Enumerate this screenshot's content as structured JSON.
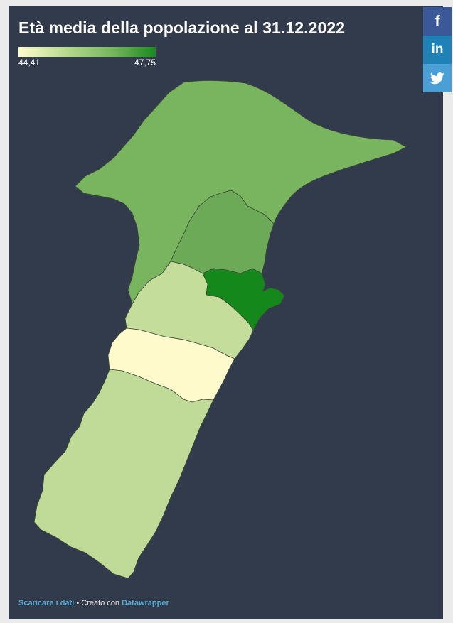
{
  "title": "Età media della popolazione al 31.12.2022",
  "legend": {
    "min_label": "44,41",
    "max_label": "47,75",
    "min_value": 44.41,
    "max_value": 47.75,
    "colors": [
      "#fefccc",
      "#188a1d"
    ]
  },
  "regions": [
    {
      "id": "north",
      "color": "#78b55e"
    },
    {
      "id": "north-east",
      "color": "#6daa58"
    },
    {
      "id": "center-west",
      "color": "#c4dd9b"
    },
    {
      "id": "center-east",
      "color": "#15881b"
    },
    {
      "id": "center-south",
      "color": "#fefacb"
    },
    {
      "id": "south",
      "color": "#c0da97"
    }
  ],
  "footer": {
    "download_label": "Scaricare i dati",
    "separator": " • Creato con ",
    "brand_label": "Datawrapper"
  },
  "share": {
    "facebook_label": "f",
    "linkedin_label": "in"
  },
  "colors": {
    "background": "#323b4b",
    "page": "#ebebeb",
    "link": "#58a7cf"
  }
}
